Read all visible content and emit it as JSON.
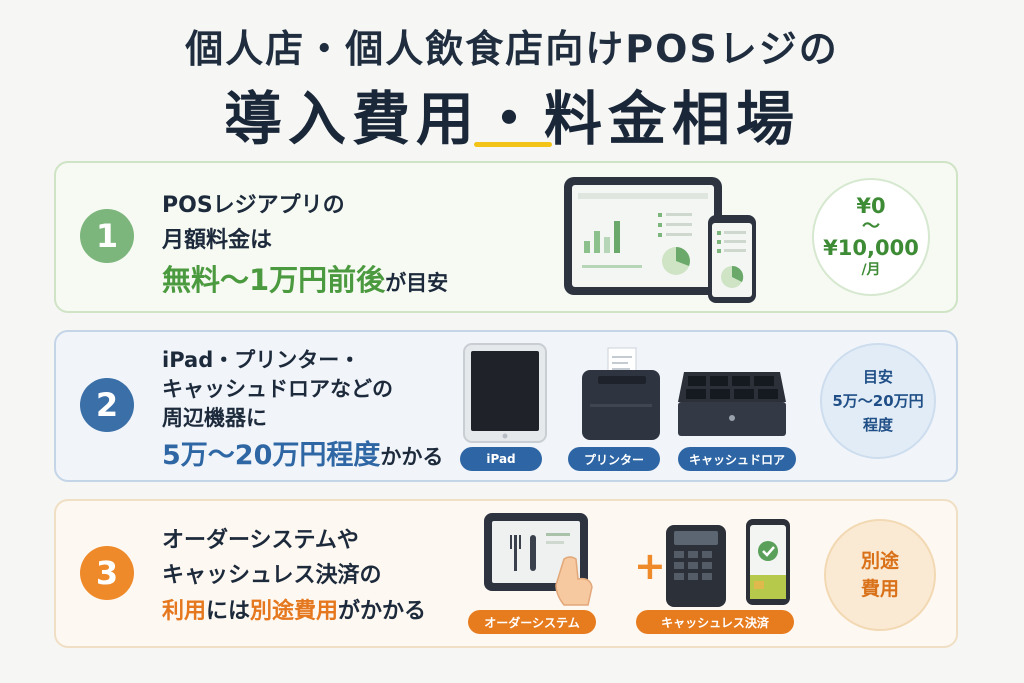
{
  "header": {
    "title_line1": "個人店・個人飲食店向けPOSレジの",
    "title_line2": "導入費用・料金相場"
  },
  "cards": [
    {
      "number": "1",
      "line1": "POSレジアプリの",
      "line2": "月額料金は",
      "line3_highlight": "無料〜1万円前後",
      "line3_rest": "が目安",
      "badge": {
        "price_low": "¥0",
        "tilde": "〜",
        "price_high": "¥10,000",
        "unit": "/月"
      },
      "icons": [
        "tablet-dashboard-icon",
        "smartphone-dashboard-icon"
      ]
    },
    {
      "number": "2",
      "line1": "iPad・プリンター・",
      "line2": "キャッシュドロアなどの",
      "line3": "周辺機器に",
      "line4_highlight_a": "5万〜20万",
      "line4_mid": "円",
      "line4_highlight_b": "程度",
      "line4_rest": "かかる",
      "badge": {
        "line1": "目安",
        "line2": "5万〜20万円",
        "line3": "程度"
      },
      "devices": [
        {
          "label": "iPad",
          "icon": "ipad-icon"
        },
        {
          "label": "プリンター",
          "icon": "receipt-printer-icon"
        },
        {
          "label": "キャッシュドロア",
          "icon": "cash-drawer-icon"
        }
      ]
    },
    {
      "number": "3",
      "line1": "オーダーシステムや",
      "line2": "キャッシュレス決済の",
      "line3_highlight_a": "利用",
      "line3_mid": "には",
      "line3_highlight_b": "別途費用",
      "line3_rest": "がかかる",
      "badge": {
        "line1": "別途",
        "line2": "費用"
      },
      "plus": "+",
      "services": [
        {
          "label": "オーダーシステム",
          "icon": "order-tablet-icon"
        },
        {
          "label": "キャッシュレス決済",
          "icon": "payment-terminal-icon"
        }
      ]
    }
  ],
  "colors": {
    "green": "#4c9a3f",
    "blue": "#2f67a4",
    "orange": "#e5781e",
    "underline": "#f3c318"
  }
}
